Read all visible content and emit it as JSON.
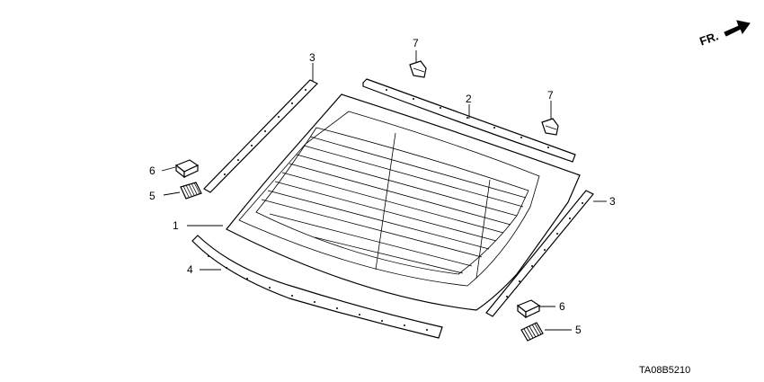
{
  "direction_label": "FR.",
  "diagram_code": "TA08B5210",
  "callouts": {
    "c1": "1",
    "c2": "2",
    "c3_left": "3",
    "c3_right": "3",
    "c4": "4",
    "c5_left": "5",
    "c5_right": "5",
    "c6_left": "6",
    "c6_right": "6",
    "c7_left": "7",
    "c7_right": "7"
  },
  "icons": {
    "direction_arrow": "arrow-right-icon"
  }
}
